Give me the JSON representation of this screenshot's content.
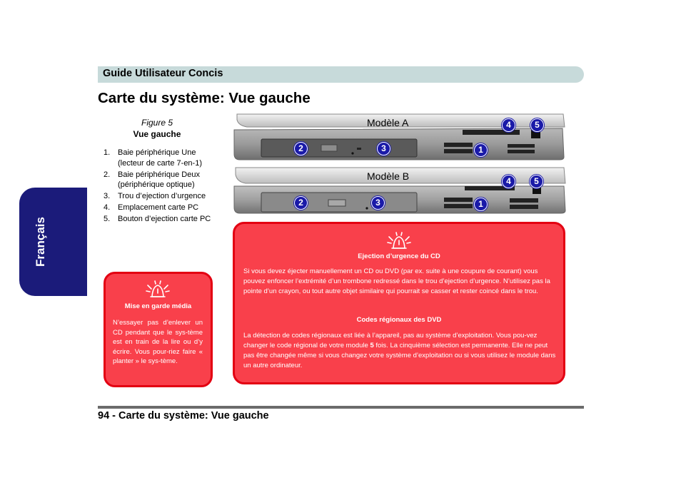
{
  "header": {
    "title": "Guide Utilisateur Concis"
  },
  "page_title": "Carte du système: Vue gauche",
  "side_tab": {
    "label": "Français"
  },
  "figure": {
    "label": "Figure 5",
    "title": "Vue gauche",
    "items": [
      {
        "num": "1.",
        "text": "Baie périphérique Une (lecteur de carte 7-en-1)"
      },
      {
        "num": "2.",
        "text": "Baie périphérique Deux (périphérique optique)"
      },
      {
        "num": "3.",
        "text": "Trou d’ejection d’urgence"
      },
      {
        "num": "4.",
        "text": "Emplacement carte PC"
      },
      {
        "num": "5.",
        "text": "Bouton d’ejection carte PC"
      }
    ],
    "model_a": "Modèle A",
    "model_b": "Modèle B",
    "badges": [
      "1",
      "2",
      "3",
      "4",
      "5"
    ]
  },
  "warning_left": {
    "icon": "warning-icon",
    "heading": "Mise en garde média",
    "text": "N’essayer pas d’enlever un CD pendant que le sys-tème est en train de la lire ou d’y écrire. Vous pour-riez faire « planter » le sys-tème."
  },
  "warning_right": {
    "icon": "warning-icon",
    "heading1": "Ejection d’urgence du CD",
    "text1": "Si vous devez éjecter manuellement un CD ou DVD (par ex. suite à une coupure de courant) vous pouvez enfoncer l’extrémité d’un trombone redressé dans le trou d’ejection d’urgence. N’utilisez pas la pointe d’un crayon, ou tout autre objet similaire qui pourrait se casser et rester coincé dans le trou.",
    "heading2": "Codes régionaux des DVD",
    "text2_a": "La détection de codes régionaux est liée à l’appareil, pas au système d’exploitation. Vous pou-vez changer le code régional de votre module ",
    "text2_bold": "5",
    "text2_b": " fois. La cinquième sélection est permanente. Elle ne peut pas être changée même si vous changez votre système d’exploitation ou si vous utilisez le module dans un autre ordinateur."
  },
  "footer": {
    "text": "94 -  Carte du système: Vue gauche"
  },
  "colors": {
    "header_bar": "#c7dada",
    "side_tab": "#1b1b7a",
    "warning_fill": "#f9404b",
    "warning_border": "#e30012",
    "badge": "#1a1aa8"
  }
}
